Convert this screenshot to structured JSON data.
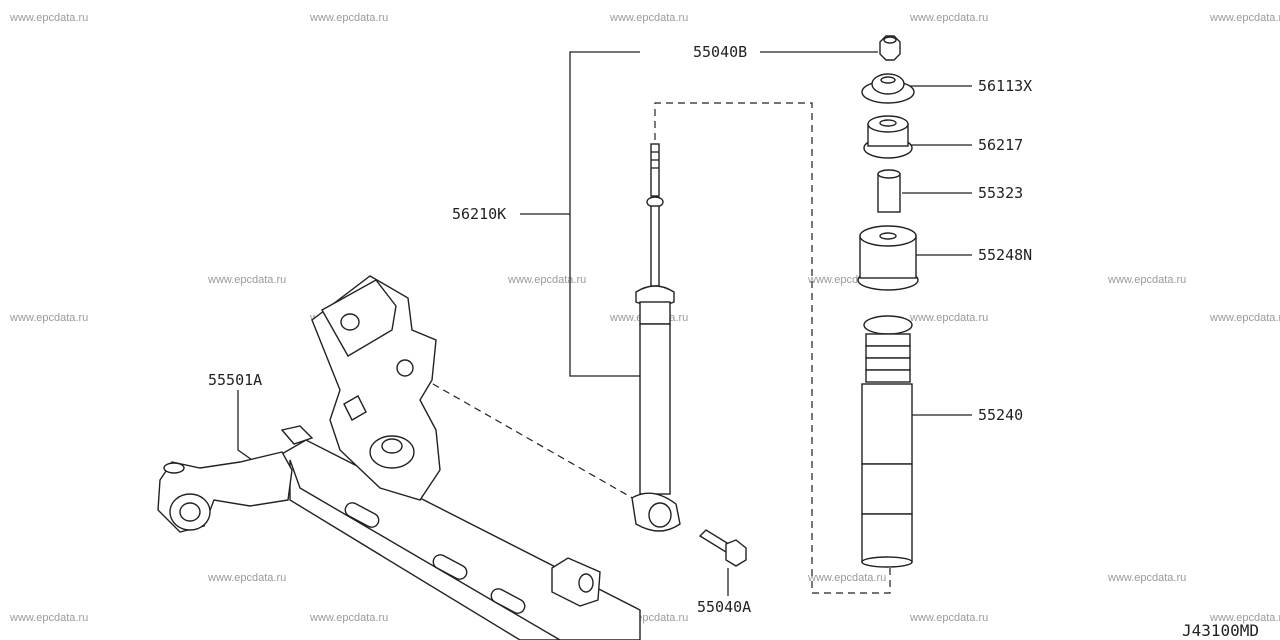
{
  "watermark": "www.epcdata.ru",
  "diagram_code": "J43100MD",
  "labels": {
    "p55040B": "55040B",
    "p56113X": "56113X",
    "p56217": "56217",
    "p55323": "55323",
    "p56210K": "56210K",
    "p55248N": "55248N",
    "p55501A": "55501A",
    "p55240": "55240",
    "p55040A": "55040A"
  }
}
